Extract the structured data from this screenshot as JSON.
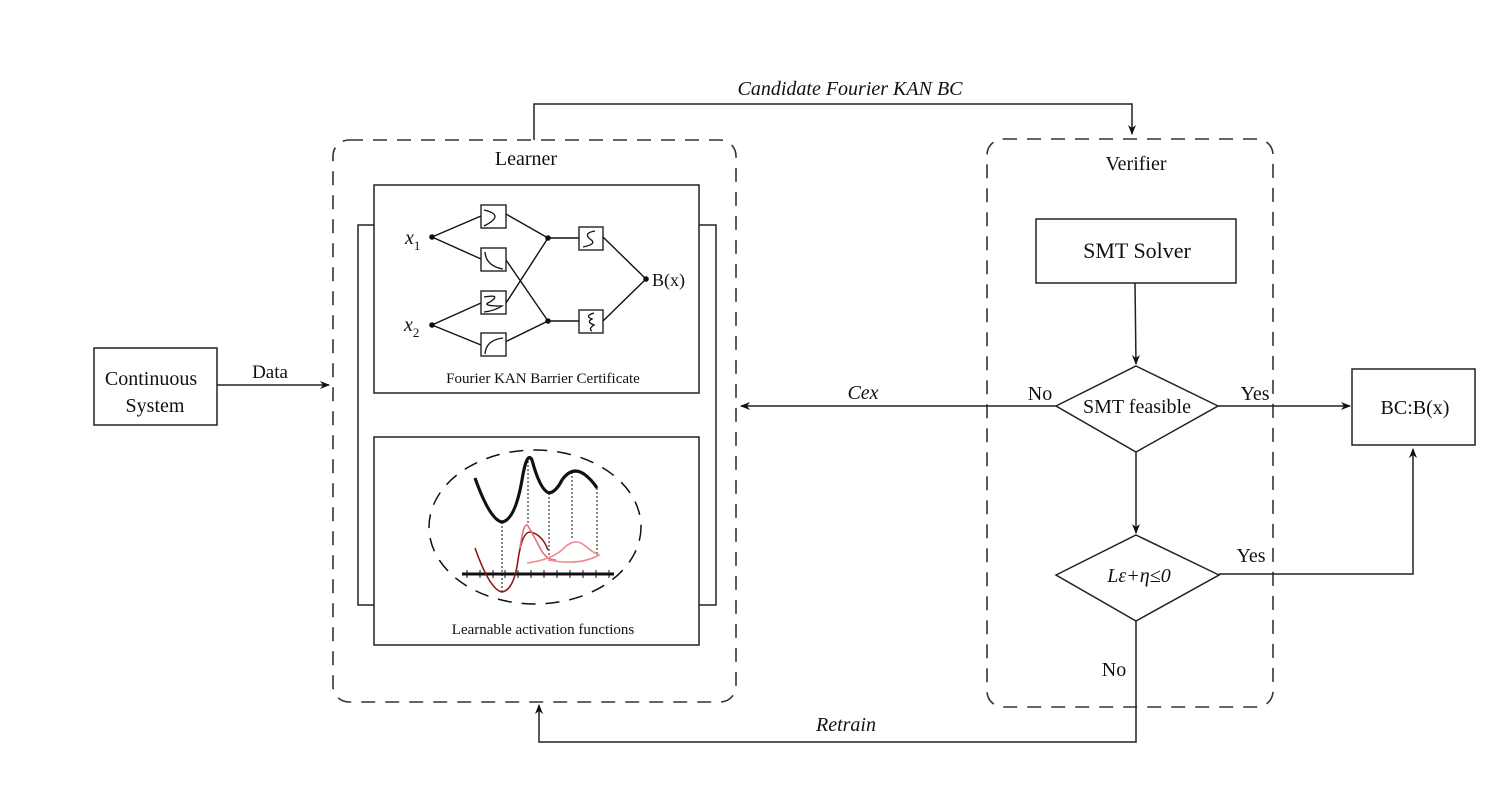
{
  "diagram": {
    "nodes": {
      "continuous_system": {
        "line1": "Continuous",
        "line2": "System"
      },
      "learner": {
        "title": "Learner",
        "kan_panel": {
          "caption": "Fourier KAN Barrier Certificate",
          "inputs": [
            {
              "symbol": "x",
              "sub": "1"
            },
            {
              "symbol": "x",
              "sub": "2"
            }
          ],
          "output": "B(x)"
        },
        "activation_panel": {
          "caption": "Learnable activation functions"
        }
      },
      "verifier": {
        "title": "Verifier",
        "smt_solver": "SMT Solver",
        "decision1": "SMT feasible",
        "decision2": "Lε+η≤0"
      },
      "result": "BC:B(x)"
    },
    "edges": {
      "data": "Data",
      "candidate": "Candidate Fourier KAN BC",
      "cex": "Cex",
      "d1_no": "No",
      "d1_yes": "Yes",
      "d2_yes": "Yes",
      "d2_no": "No",
      "retrain": "Retrain"
    },
    "colors": {
      "stroke": "#222222",
      "dark_red_curve": "#8b1a1a",
      "pink_curve": "#e8707a",
      "light_pink_curve": "#f08a92"
    }
  }
}
